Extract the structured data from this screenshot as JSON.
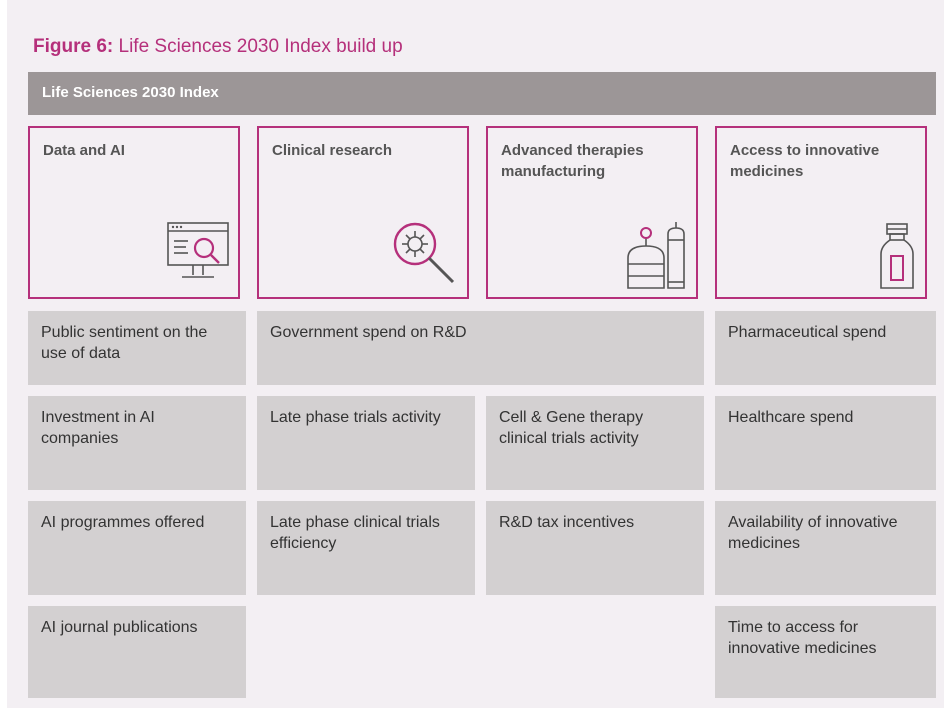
{
  "figure": {
    "label": "Figure 6:",
    "title": "Life Sciences 2030 Index build up"
  },
  "header": "Life Sciences 2030 Index",
  "pillars": [
    {
      "title": "Data and AI",
      "icon": "monitor-search-icon"
    },
    {
      "title": "Clinical research",
      "icon": "magnifier-virus-icon"
    },
    {
      "title": "Advanced therapies manufacturing",
      "icon": "bioreactor-tanks-icon"
    },
    {
      "title": "Access to innovative medicines",
      "icon": "medicine-vial-icon"
    }
  ],
  "indicators": {
    "public_sentiment": "Public sentiment on the use of data",
    "government_spend": "Government spend on R&D",
    "pharmaceutical_spend": "Pharmaceutical spend",
    "investment_ai": "Investment in AI companies",
    "late_phase_activity": "Late phase trials activity",
    "cgt_activity": "Cell & Gene therapy clinical trials activity",
    "healthcare_spend": "Healthcare spend",
    "ai_programmes": "AI programmes offered",
    "late_phase_efficiency": "Late phase clinical trials efficiency",
    "rd_tax": "R&D tax incentives",
    "availability": "Availability of innovative medicines",
    "ai_publications": "AI journal publications",
    "time_to_access": "Time to access for innovative medicines"
  },
  "colors": {
    "accent": "#b5307b",
    "header_bg": "#9c9697",
    "box_bg": "#d3d0d1",
    "panel_bg": "#f3eff3"
  }
}
